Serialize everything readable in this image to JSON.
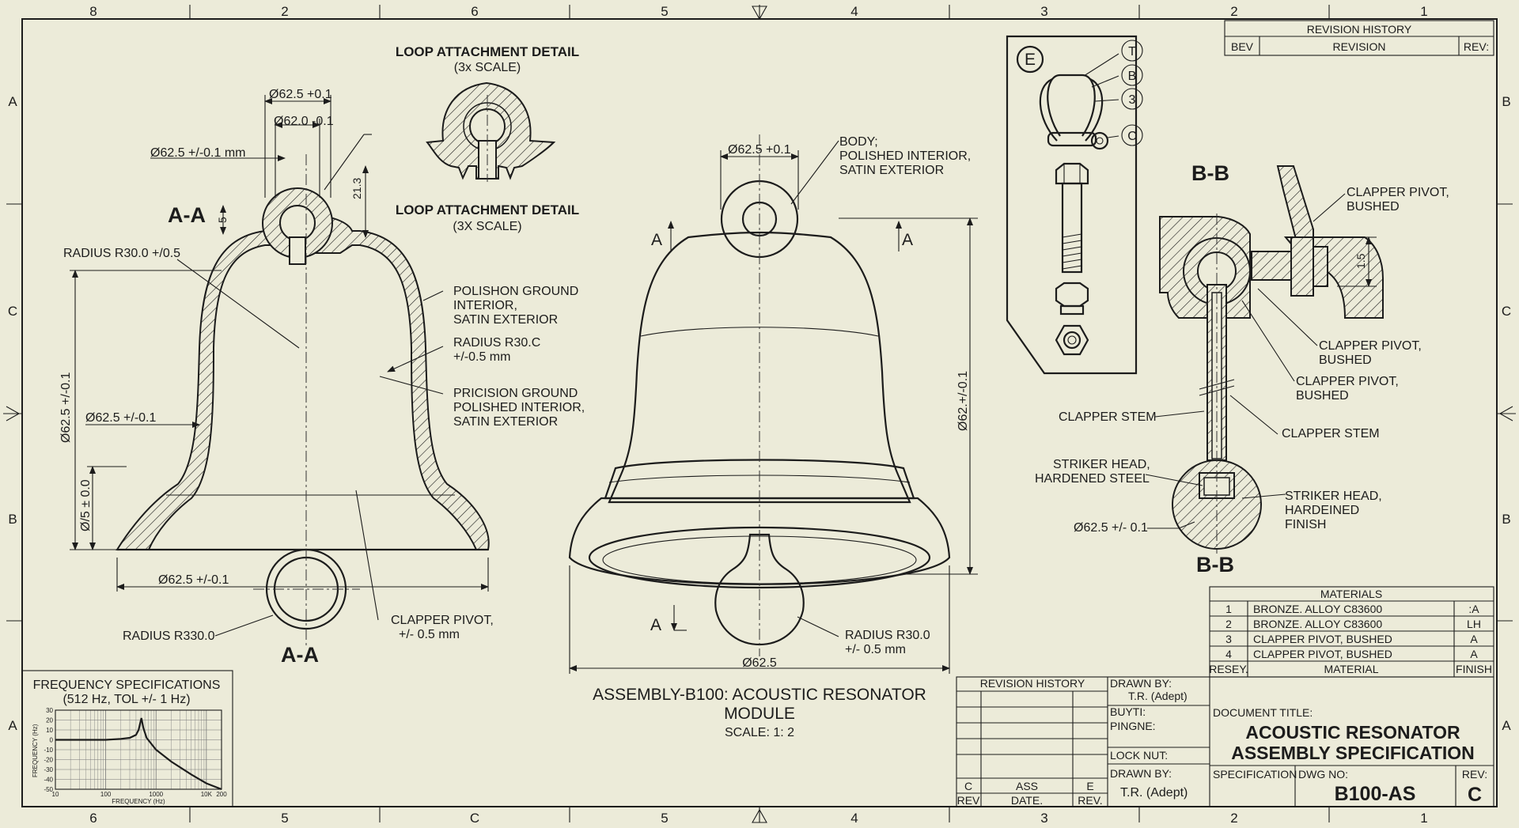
{
  "border": {
    "top": [
      "8",
      "2",
      "6",
      "5",
      "4",
      "3",
      "2",
      "1"
    ],
    "bottom": [
      "6",
      "5",
      "C",
      "5",
      "4",
      "3",
      "2",
      "1"
    ],
    "left": [
      "A",
      "C",
      "B",
      "A"
    ],
    "right": [
      "B",
      "C",
      "B",
      "A"
    ]
  },
  "section_aa": {
    "title_top": "A-A",
    "title_bottom": "A-A",
    "dim_top_outer": "Ø62.5 +0.1",
    "dim_top_inner": "Ø62.0 -0.1",
    "dim_loop": "Ø62.5 +/-0.1 mm",
    "dim_height_loop": "21.3",
    "dim_five": "5",
    "radius_top": "RADIUS R30.0 +/0.5",
    "note_polishon": [
      "POLISHON GROUND",
      "INTERIOR,",
      "SATIN EXTERIOR"
    ],
    "note_radius": [
      "RADIUS R30.C",
      "+/-0.5 mm"
    ],
    "note_pricision": [
      "PRICISION GROUND",
      "POLISHED INTERIOR,",
      "SATIN EXTERIOR"
    ],
    "dim_height": "Ø62.5 +/-0.1",
    "dim_wall": "Ø62.5 +/-0.1",
    "dim_lip": "Ø/5 ± 0.0",
    "dim_mouth": "Ø62.5 +/-0.1",
    "radius_ring": "RADIUS R330.0",
    "note_clapper": [
      "CLAPPER PIVOT,",
      "+/- 0.5 mm"
    ]
  },
  "loop_detail": {
    "title1": "LOOP ATTACHMENT DETAIL",
    "scale1": "(3x SCALE)",
    "title2": "LOOP ATTACHMENT DETAIL",
    "scale2": "(3X SCALE)"
  },
  "exterior_view": {
    "dim_loop": "Ø62.5 +0.1",
    "note_body": [
      "BODY;",
      "POLISHED INTERIOR,",
      "SATIN EXTERIOR"
    ],
    "cut_left": "A",
    "cut_right": "A",
    "cut_bottom": "A",
    "dim_height": "Ø62.+/-0.1",
    "dim_width": "Ø62.5",
    "note_radius": [
      "RADIUS R30.0",
      "+/- 0.5 mm"
    ]
  },
  "hardware_detail": {
    "label": "E",
    "callouts": [
      "T",
      "B",
      "3",
      "C"
    ]
  },
  "section_bb": {
    "title_top": "B-B",
    "title_bottom": "B-B",
    "note_pivot_top": [
      "CLAPPER PIVOT,",
      "BUSHED"
    ],
    "dim_vert": "1.5",
    "note_pivot_mid": [
      "CLAPPER PIVOT,",
      "BUSHED"
    ],
    "note_pivot_low": [
      "CLAPPER PIVOT,",
      "BUSHED"
    ],
    "note_stem_left": "CLAPPER STEM",
    "note_stem_right": "CLAPPER STEM",
    "note_striker_left": [
      "STRIKER HEAD,",
      "HARDENED STEEL"
    ],
    "note_striker_right": [
      "STRIKER HEAD,",
      "HARDEINED",
      "FINISH"
    ],
    "dim_striker": "Ø62.5 +/- 0.1"
  },
  "revision_history_top": {
    "title": "REVISION HISTORY",
    "col1": "BEV",
    "col2": "REVISION",
    "col3": "REV:"
  },
  "materials": {
    "title": "MATERIALS",
    "rows": [
      {
        "no": "1",
        "material": "BRONZE. ALLOY C83600",
        "finish": ":A"
      },
      {
        "no": "2",
        "material": "BRONZE. ALLOY C83600",
        "finish": "LH"
      },
      {
        "no": "3",
        "material": "CLAPPER PIVOT, BUSHED",
        "finish": "A"
      },
      {
        "no": "4",
        "material": "CLAPPER PIVOT, BUSHED",
        "finish": "A"
      }
    ],
    "header_no": "RESEY.",
    "header_material": "MATERIAL",
    "header_finish": "FINISH"
  },
  "frequency": {
    "title": "FREQUENCY SPECIFICATIONS",
    "subtitle": "(512 Hz, TOL +/- 1 Hz)",
    "ylabel": "FREQUENCY (Hz)",
    "xlabel": "FREQUENCY (Hz)",
    "yticks": [
      "30",
      "20",
      "10",
      "0",
      "-10",
      "-20",
      "-30",
      "-40",
      "-50"
    ],
    "xticks": [
      "10",
      "100",
      "1000",
      "10K",
      "200"
    ]
  },
  "chart_data": {
    "type": "line",
    "title": "FREQUENCY SPECIFICATIONS",
    "subtitle": "(512 Hz, TOL +/- 1 Hz)",
    "xlabel": "FREQUENCY (Hz)",
    "ylabel": "FREQUENCY (Hz)",
    "x_scale": "log",
    "xlim": [
      10,
      20000
    ],
    "ylim": [
      -50,
      30
    ],
    "grid": true,
    "series": [
      {
        "x": [
          10,
          50,
          100,
          200,
          300,
          400,
          450,
          512,
          560,
          650,
          1000,
          2000,
          5000,
          10000,
          20000
        ],
        "y": [
          0,
          0,
          0,
          1,
          2,
          5,
          10,
          22,
          12,
          2,
          -10,
          -22,
          -35,
          -44,
          -50
        ]
      }
    ]
  },
  "assembly": {
    "title1": "ASSEMBLY-B100: ACOUSTIC RESONATOR",
    "title2": "MODULE",
    "scale": "SCALE: 1: 2"
  },
  "title_block": {
    "rev_history": "REVISION HISTORY",
    "rev_bottom": [
      "C",
      "ASS",
      "E"
    ],
    "rev_footer": [
      "REV",
      "DATE.",
      "REV."
    ],
    "drawn_by_label": "DRAWN BY:",
    "drawn_by_value": "T.R. (Adept)",
    "buyti": "BUYTI:",
    "pingne": "PINGNE:",
    "lock_nut": "LOCK NUT:",
    "drawn_by2_label": "DRAWN BY:",
    "drawn_by2_value": "T.R. (Adept)",
    "doc_title_label": "DOCUMENT TITLE:",
    "doc_title1": "ACOUSTIC RESONATOR",
    "doc_title2": "ASSEMBLY SPECIFICATION",
    "spec_label": "SPECIFICATION",
    "dwg_label": "DWG NO:",
    "dwg_value": "B100-AS",
    "rev_label": "REV:",
    "rev_value": "C"
  }
}
